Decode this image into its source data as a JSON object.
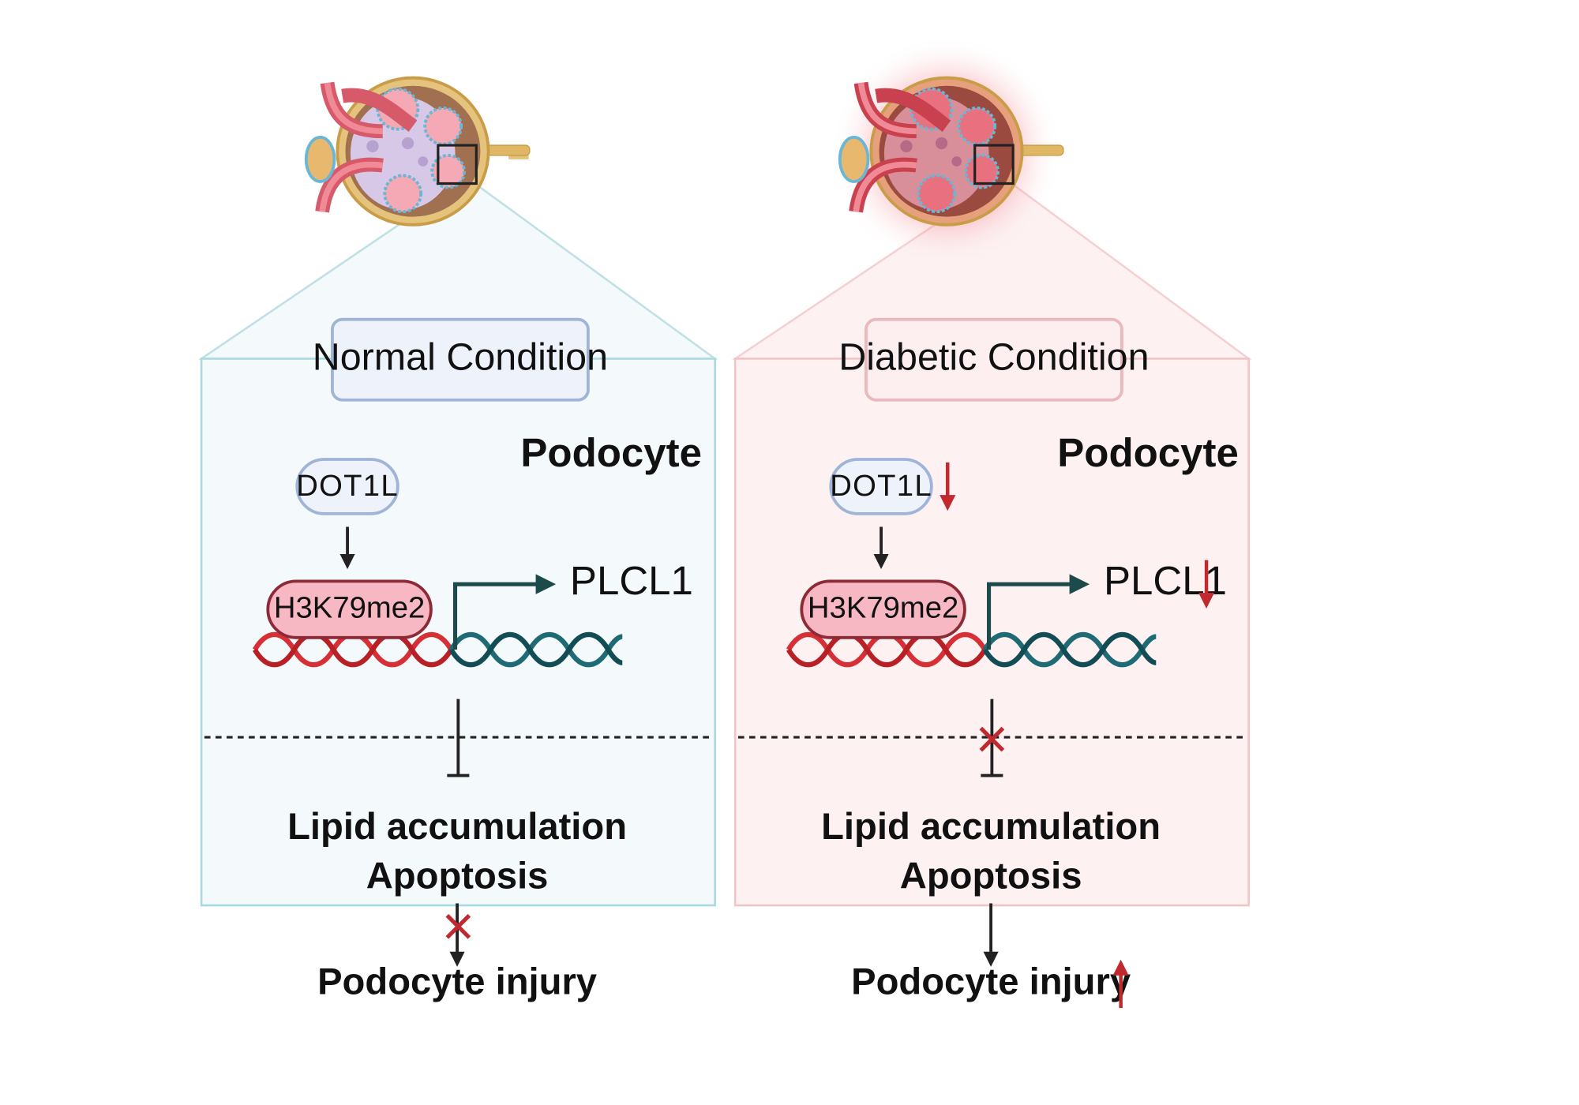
{
  "panels": [
    {
      "id": "normal",
      "title": "Normal Condition",
      "cell_label": "Podocyte",
      "regulator": "DOT1L",
      "histone_mark": "H3K79me2",
      "target_gene": "PLCL1",
      "outcomes": [
        "Lipid accumulation",
        "Apoptosis"
      ],
      "injury": "Podocyte injury",
      "theme_color": "#a9d8de",
      "fill_color": "#f4f9fc"
    },
    {
      "id": "diabetic",
      "title": "Diabetic Condition",
      "cell_label": "Podocyte",
      "regulator": "DOT1L",
      "histone_mark": "H3K79me2",
      "target_gene": "PLCL1",
      "outcomes": [
        "Lipid accumulation",
        "Apoptosis"
      ],
      "injury": "Podocyte injury",
      "theme_color": "#f2c4c6",
      "fill_color": "#fdf1f2"
    }
  ],
  "colors": {
    "arrow": "#222222",
    "dna_red": "#d63036",
    "dna_teal": "#1f6b75",
    "promoter_arrow": "#1d4a4a",
    "histone_fill": "#f7b8c3",
    "histone_stroke": "#8c2a36",
    "dot1l_fill": "#eef3fb",
    "dot1l_stroke": "#9fb4d6",
    "block_x": "#c0292e",
    "change_arrow": "#c0292e"
  },
  "icons": {
    "kidney": "kidney-glomerulus-icon",
    "decrease": "down-arrow-icon",
    "increase": "up-arrow-icon",
    "blocked": "x-mark-icon"
  }
}
